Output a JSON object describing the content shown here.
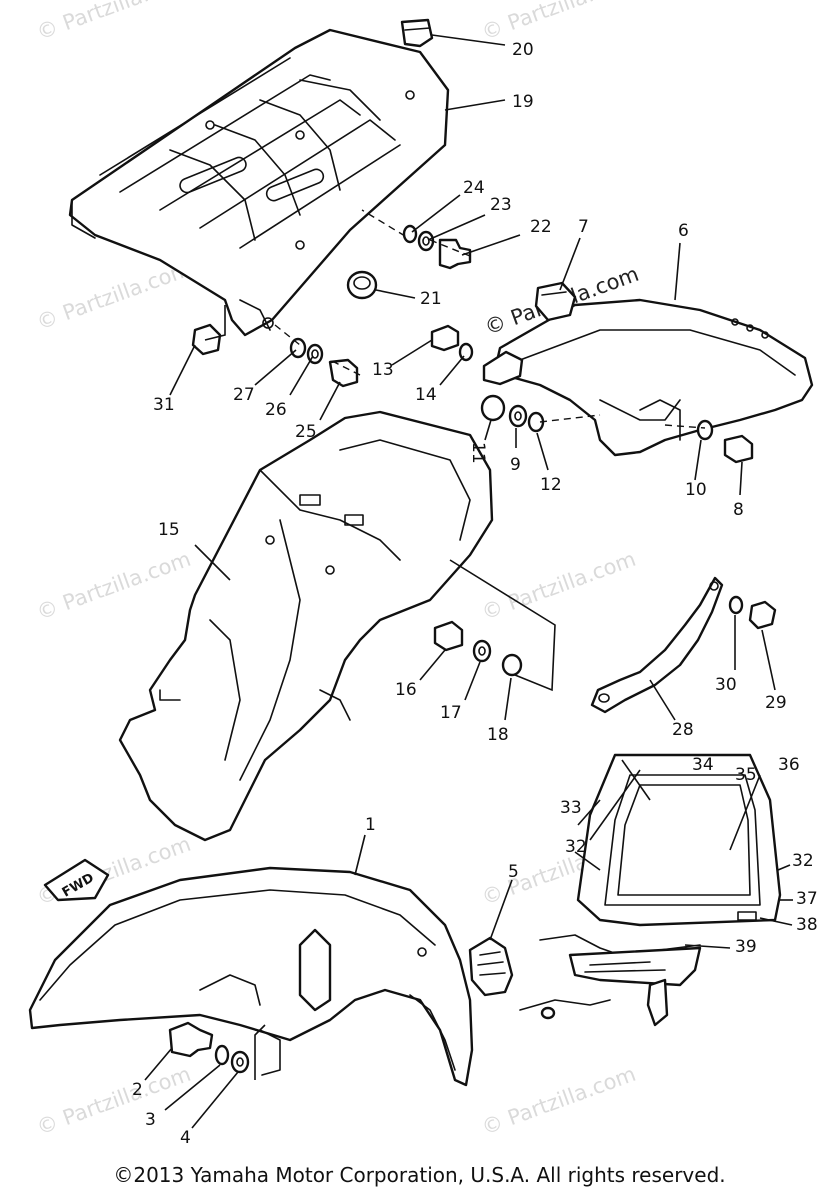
{
  "diagram": {
    "callouts": {
      "c1": "1",
      "c2": "2",
      "c3": "3",
      "c4": "4",
      "c5": "5",
      "c6": "6",
      "c7": "7",
      "c8": "8",
      "c9": "9",
      "c10": "10",
      "c11": "11",
      "c12": "12",
      "c13": "13",
      "c14": "14",
      "c15": "15",
      "c16": "16",
      "c17": "17",
      "c18": "18",
      "c19": "19",
      "c20": "20",
      "c21": "21",
      "c22": "22",
      "c23": "23",
      "c24": "24",
      "c25": "25",
      "c26": "26",
      "c27": "27",
      "c28": "28",
      "c29": "29",
      "c30": "30",
      "c31": "31",
      "c32a": "32",
      "c32b": "32",
      "c33": "33",
      "c34": "34",
      "c35": "35",
      "c36": "36",
      "c37": "37",
      "c38": "38",
      "c39": "39"
    },
    "watermark": "© Partzilla.com",
    "fwd_label": "FWD"
  },
  "footer": {
    "copyright": "©2013 Yamaha Motor Corporation, U.S.A. All rights reserved."
  }
}
